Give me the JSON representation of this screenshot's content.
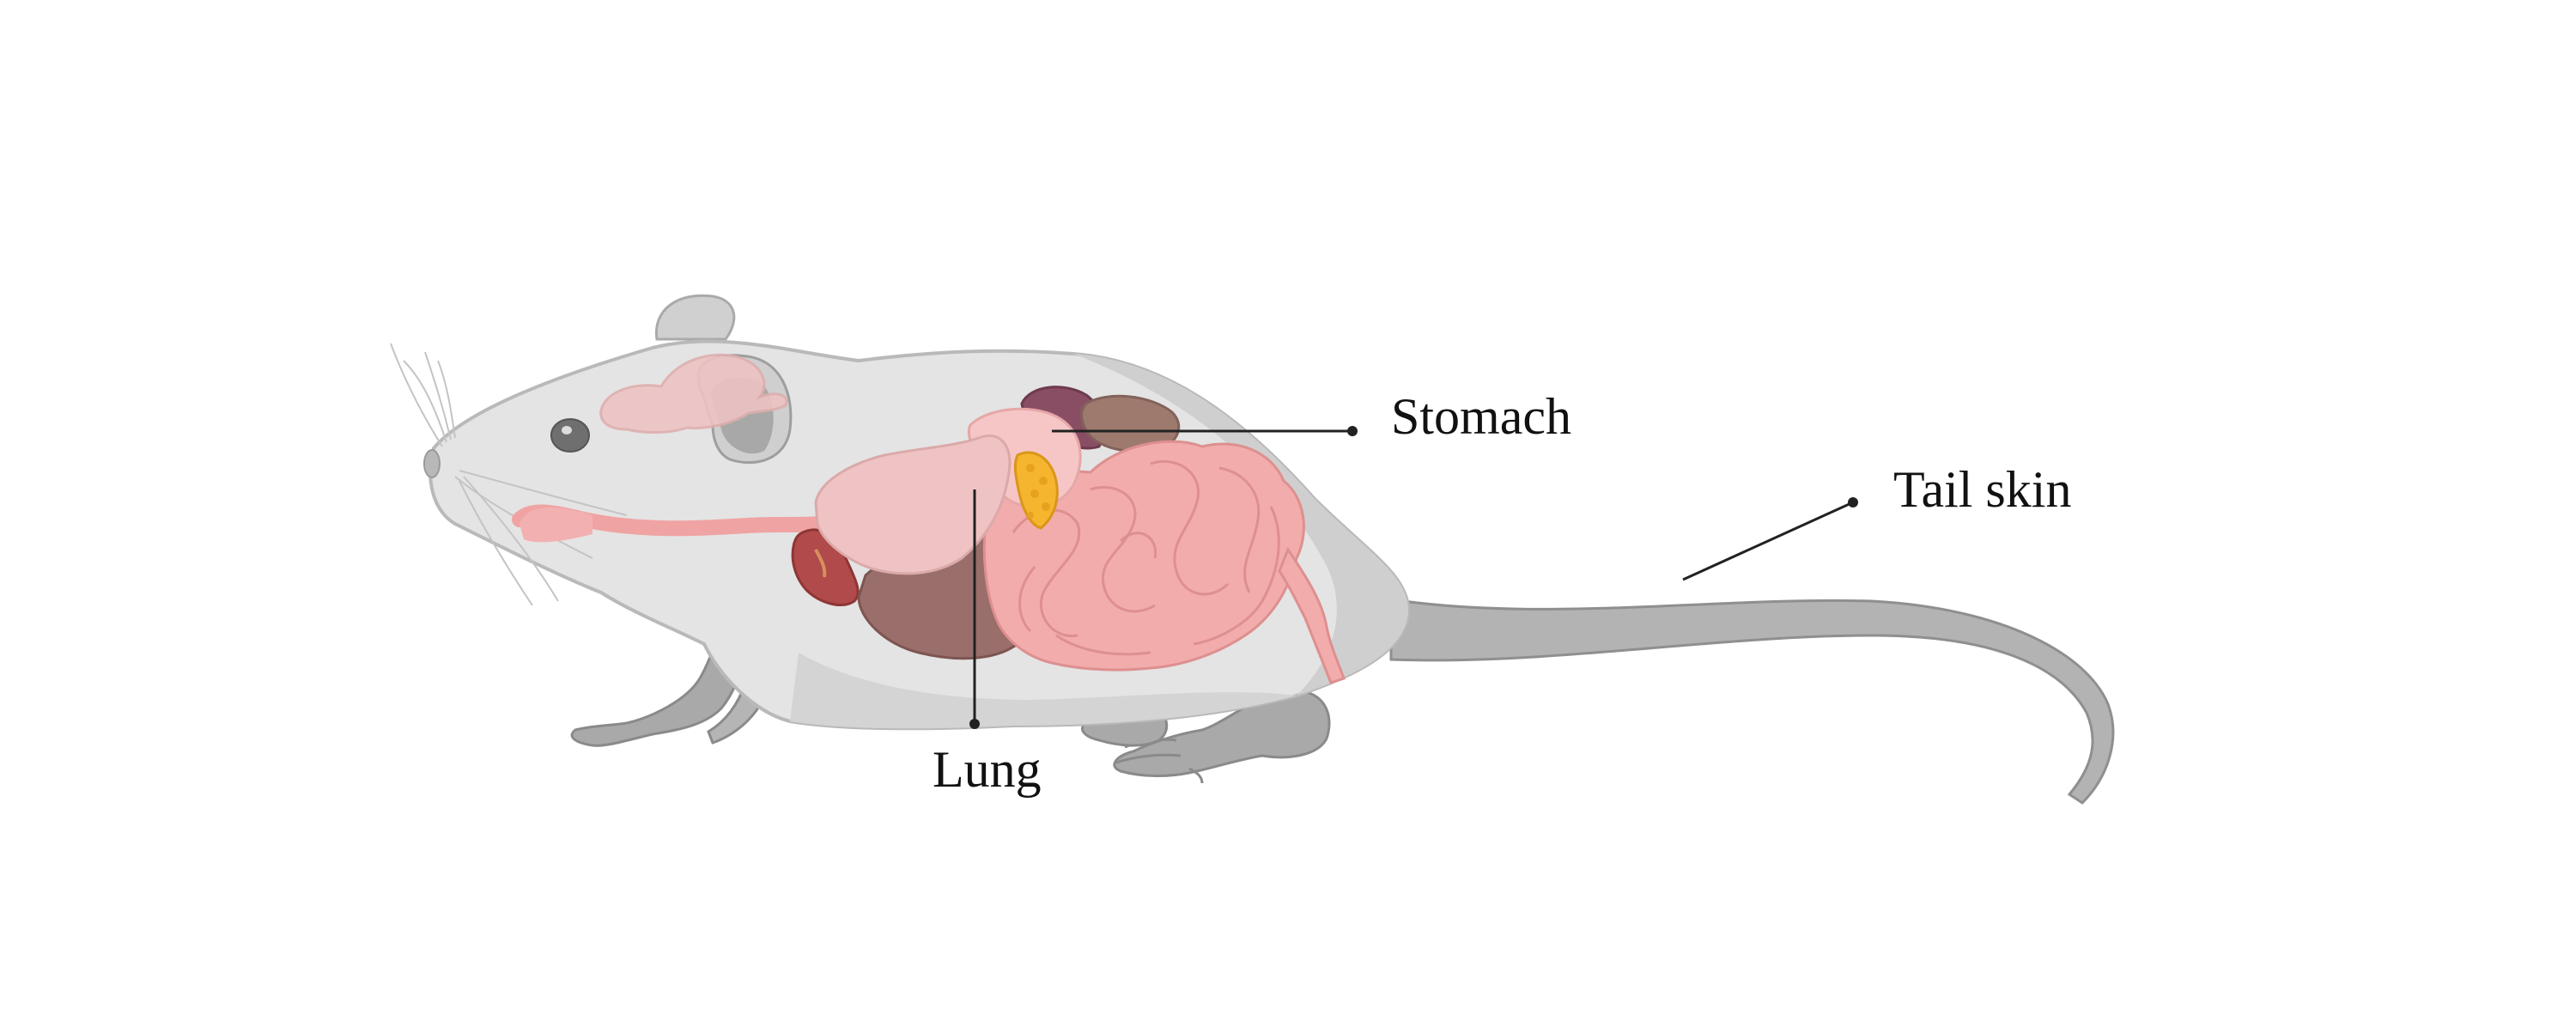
{
  "labels": {
    "stomach": "Stomach",
    "tail_skin": "Tail skin",
    "lung": "Lung"
  },
  "colors": {
    "body": "#e4e4e4",
    "body_outline": "#b9b9b9",
    "tail": "#b3b3b3",
    "lung": "#efc3c3",
    "liver": "#9a6e6a",
    "intestine": "#f2acac",
    "spleen": "#8a4e64",
    "kidney": "#9e7a6e",
    "pancreas": "#f5b52e",
    "heart": "#b14a4a",
    "esophagus": "#f09a9a",
    "leader_line": "#222222"
  }
}
